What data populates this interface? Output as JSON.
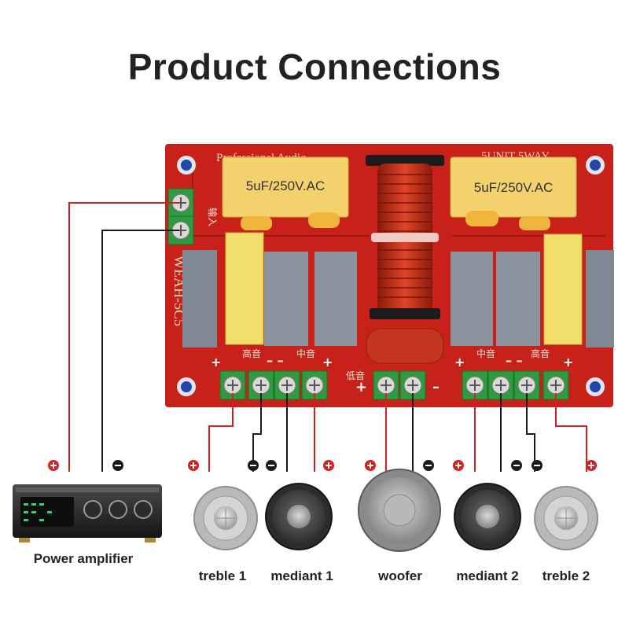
{
  "title": "Product Connections",
  "board": {
    "brand": "Professional Audio",
    "spec": "5UNIT 5WAY",
    "model": "WEAH-5C5",
    "input_label": "输入",
    "cap_left": "5uF/250V.AC",
    "cap_right": "5uF/250V.AC",
    "left_high": "高音",
    "left_mid": "中音",
    "right_mid": "中音",
    "right_high": "高音",
    "bass": "低音"
  },
  "devices": {
    "amplifier": "Power amplifier",
    "speakers": [
      "treble 1",
      "mediant 1",
      "woofer",
      "mediant 2",
      "treble 2"
    ]
  },
  "colors": {
    "pcb": "#c8211a",
    "wire_positive": "#d81e1e",
    "wire_negative": "#1a1a1a",
    "terminal": "#2f9a3f"
  }
}
